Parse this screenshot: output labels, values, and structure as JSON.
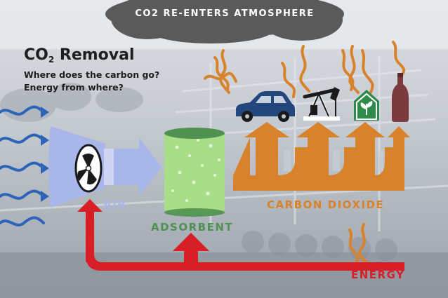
{
  "labels": {
    "cloud": "CO2 RE-ENTERS ATMOSPHERE",
    "title_main": "CO",
    "title_sub": "2",
    "title_rest": " Removal",
    "question_1": "Where does the carbon go?",
    "question_2": "Energy from where?",
    "air": "AIR",
    "adsorbent": "ADSORBENT",
    "carbon_dioxide": "CARBON DIOXIDE",
    "energy": "ENERGY"
  },
  "icons": [
    "cloud-icon",
    "car-icon",
    "oil-pump-icon",
    "greenhouse-icon",
    "bottle-icon",
    "fan-icon",
    "wind-wave-icon",
    "heat-wave-icon"
  ],
  "colors": {
    "air_blue": "#a8b6ea",
    "wind_blue": "#2d63b8",
    "adsorbent_green": "#a9dd87",
    "adsorbent_dark": "#4e9150",
    "co2_orange": "#d8822c",
    "energy_red": "#d71f28",
    "cloud_gray": "#5a5a5a",
    "icon_navy": "#23477c",
    "bottle_maroon": "#7a3a3e",
    "greenhouse_green": "#2e8b4a"
  }
}
